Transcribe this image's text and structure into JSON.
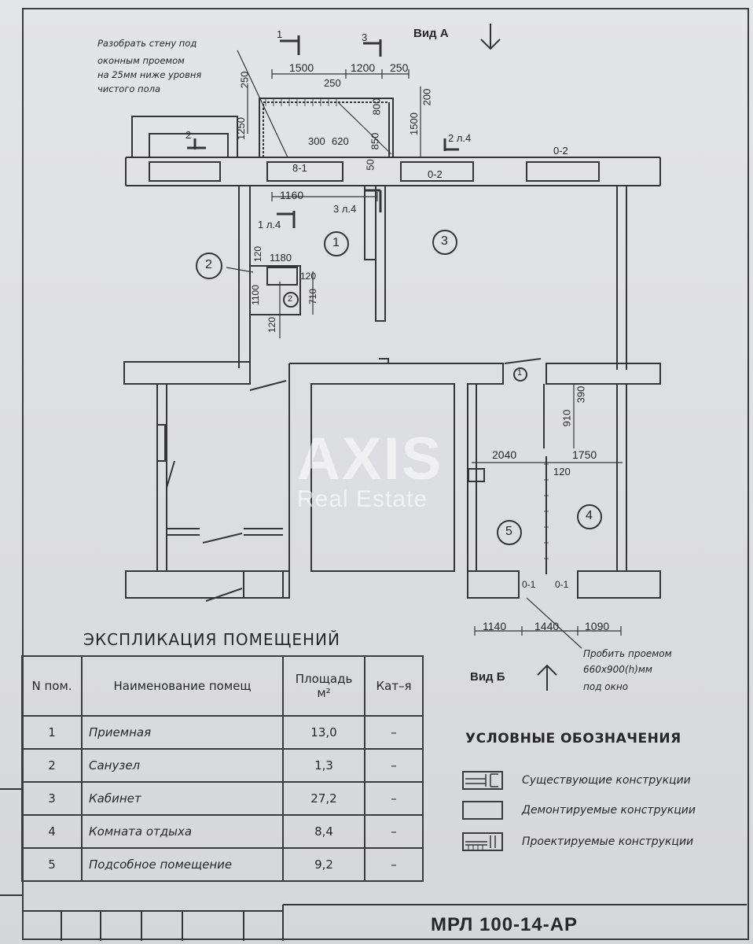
{
  "plan": {
    "view_a": "Вид А",
    "view_b": "Вид Б",
    "note_top": [
      "Разобрать стену под",
      "оконным проемом",
      "на 25мм ниже уровня",
      "чистого пола"
    ],
    "note_bottom": [
      "Пробить проемом",
      "660х900(h)мм",
      "под окно"
    ],
    "section_marks": [
      "1",
      "3",
      "2",
      "2 л.4",
      "3 л.4",
      "1 л.4",
      "1"
    ],
    "dims": {
      "d1500a": "1500",
      "d1200": "1200",
      "d250a": "250",
      "d250b": "250",
      "d250c": "250",
      "d800": "800",
      "d200": "200",
      "d1250": "1250",
      "d1500b": "1500",
      "d300": "300",
      "d620": "620",
      "d850": "850",
      "d50": "50",
      "d1160": "1160",
      "d1180": "1180",
      "d120a": "120",
      "d120b": "120",
      "d120c": "120",
      "d1100": "1100",
      "d710": "710",
      "d910": "910",
      "d390": "390",
      "d2040": "2040",
      "d1750": "1750",
      "d120d": "120",
      "d1140": "1140",
      "d1440": "1440",
      "d1090": "1090"
    },
    "marks": {
      "b81": "8-1",
      "o2a": "0-2",
      "o2b": "0-2",
      "o1a": "0-1",
      "o1b": "0-1",
      "ok1": "2"
    },
    "room_numbers": [
      "1",
      "2",
      "3",
      "4",
      "5"
    ]
  },
  "watermark": {
    "brand": "AXIS",
    "sub": "Real Estate"
  },
  "explication": {
    "title": "ЭКСПЛИКАЦИЯ  ПОМЕЩЕНИЙ",
    "headers": {
      "n": "N пом.",
      "name": "Наименование помещ",
      "area": "Площадь м²",
      "cat": "Кат–я"
    },
    "rows": [
      {
        "n": "1",
        "name": "Приемная",
        "area": "13,0",
        "cat": "–"
      },
      {
        "n": "2",
        "name": "Санузел",
        "area": "1,3",
        "cat": "–"
      },
      {
        "n": "3",
        "name": "Кабинет",
        "area": "27,2",
        "cat": "–"
      },
      {
        "n": "4",
        "name": "Комната отдыха",
        "area": "8,4",
        "cat": "–"
      },
      {
        "n": "5",
        "name": "Подсобное помещение",
        "area": "9,2",
        "cat": "–"
      }
    ]
  },
  "legend": {
    "title": "УСЛОВНЫЕ ОБОЗНАЧЕНИЯ",
    "items": [
      {
        "label": "Существующие  конструкции"
      },
      {
        "label": "Демонтируемые  конструкции"
      },
      {
        "label": "Проектируемые  конструкции"
      }
    ]
  },
  "stamp": {
    "code": "МРЛ 100-14-АР"
  }
}
